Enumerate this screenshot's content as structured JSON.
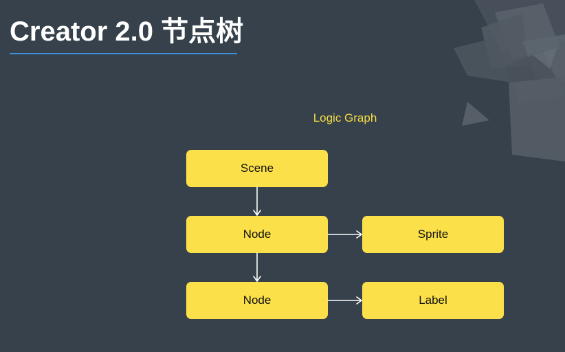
{
  "slide": {
    "title": "Creator 2.0 节点树"
  },
  "diagram": {
    "caption": "Logic Graph",
    "nodes": {
      "scene": "Scene",
      "node_1": "Node",
      "node_2": "Node",
      "sprite": "Sprite",
      "label": "Label"
    },
    "colors": {
      "background": "#36414b",
      "box": "#fbe04a",
      "caption": "#f4dc44",
      "arrow": "#ffffff",
      "title_rule": "#3f8fd6"
    }
  }
}
